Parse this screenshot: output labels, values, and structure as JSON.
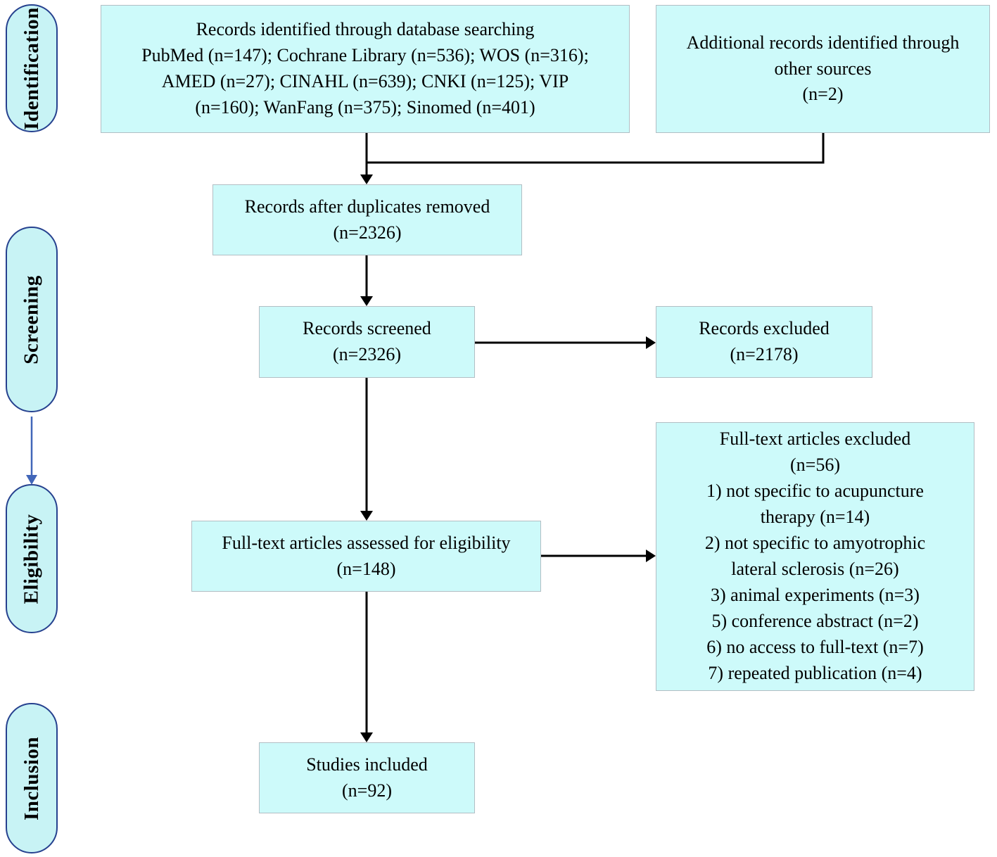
{
  "colors": {
    "box_fill": "#cdfafa",
    "box_border": "#b2bec4",
    "pill_fill": "#c8f3f5",
    "pill_border": "#26418f",
    "arrow_black": "#000000",
    "arrow_blue": "#4166b8"
  },
  "stages": {
    "identification": "Identification",
    "screening": "Screening",
    "eligibility": "Eligibility",
    "inclusion": "Inclusion"
  },
  "boxes": {
    "records_identified": [
      "Records identified through database searching",
      "PubMed (n=147); Cochrane Library (n=536); WOS (n=316);",
      "AMED (n=27); CINAHL (n=639); CNKI (n=125); VIP",
      "(n=160); WanFang (n=375); Sinomed (n=401)"
    ],
    "additional_records": [
      "Additional records identified through",
      "other sources",
      "(n=2)"
    ],
    "duplicates_removed": [
      "Records after duplicates removed",
      "(n=2326)"
    ],
    "records_screened": [
      "Records screened",
      "(n=2326)"
    ],
    "records_excluded": [
      "Records excluded",
      "(n=2178)"
    ],
    "fulltext_assessed": [
      "Full-text articles assessed for eligibility",
      "(n=148)"
    ],
    "fulltext_excluded": [
      "Full-text articles excluded",
      "(n=56)",
      "1) not specific to acupuncture",
      "therapy (n=14)",
      "2) not specific to amyotrophic",
      "lateral sclerosis (n=26)",
      "3) animal experiments (n=3)",
      "5) conference abstract (n=2)",
      "6) no access to full-text (n=7)",
      "7) repeated publication (n=4)"
    ],
    "studies_included": [
      "Studies included",
      "(n=92)"
    ]
  }
}
